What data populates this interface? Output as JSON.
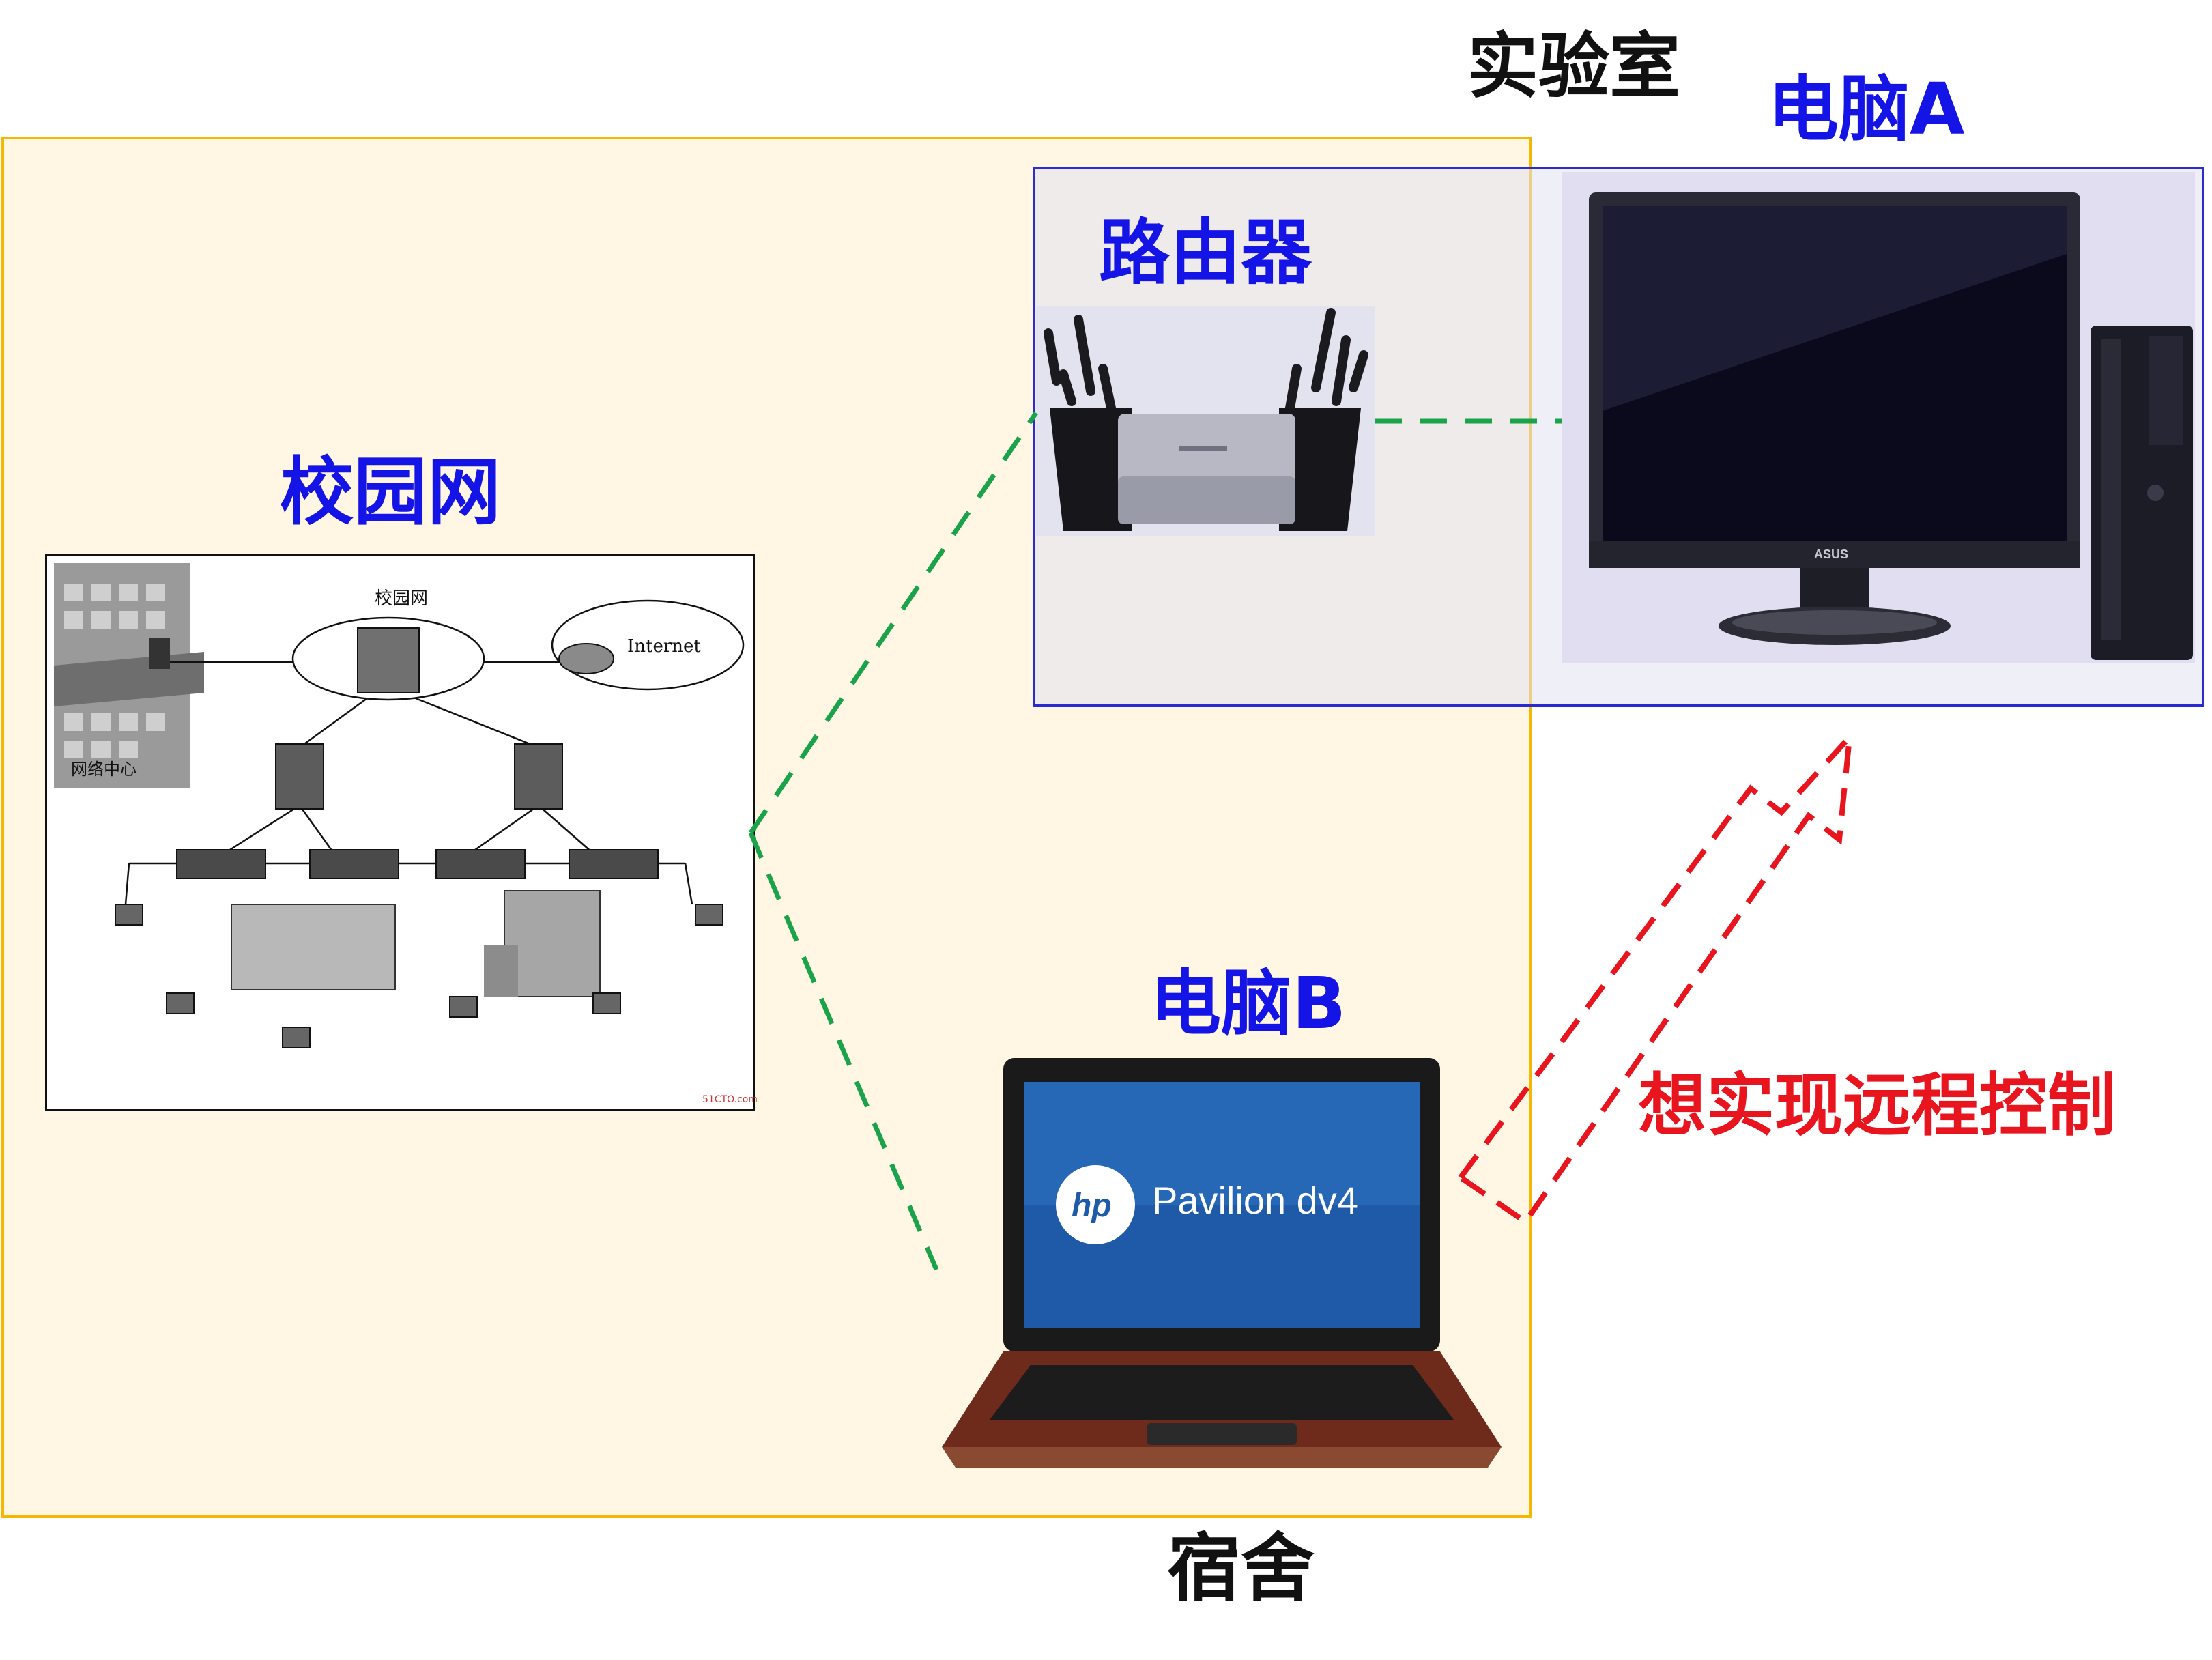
{
  "labels": {
    "lab": "实验室",
    "computer_a": "电脑A",
    "router": "路由器",
    "campus_network": "校园网",
    "computer_b": "电脑B",
    "remote_control": "想实现远程控制",
    "dorm": "宿舍"
  },
  "campus_diagram": {
    "cloud_label": "校园网",
    "internet_label": "Internet",
    "network_center_label": "网络中心",
    "watermark": "51CTO.com"
  },
  "monitor": {
    "brand": "ASUS"
  },
  "laptop": {
    "brand": "hp",
    "model": "Pavilion dv4"
  },
  "colors": {
    "title_blue": "#1414e6",
    "alert_red": "#e8141e",
    "link_green": "#1aa34a",
    "dorm_border": "#f5b800",
    "lab_border": "#2b2bd6"
  },
  "icons": [
    "router-icon",
    "desktop-computer-icon",
    "laptop-icon",
    "network-topology-icon",
    "arrow-icon"
  ]
}
